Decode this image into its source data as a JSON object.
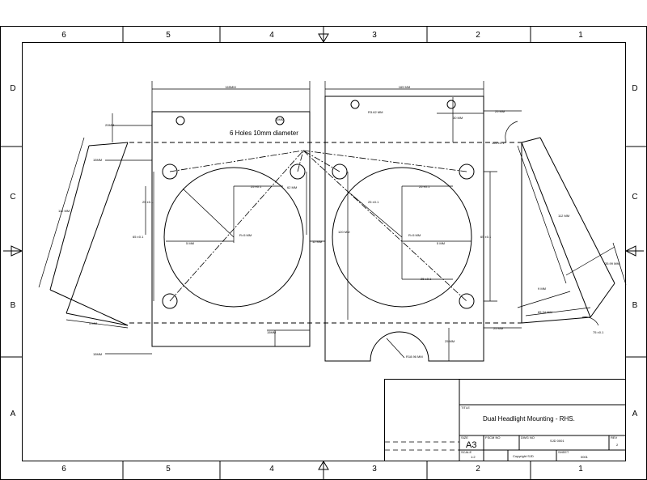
{
  "border": {
    "columns": [
      "6",
      "5",
      "4",
      "3",
      "2",
      "1"
    ],
    "rows": [
      "D",
      "C",
      "B",
      "A"
    ]
  },
  "notes": {
    "holes": "6 Holes 10mm diameter"
  },
  "dimensions": {
    "plate_left_width": "165MM",
    "plate_right_width": "165 MM",
    "r_small": "R3.62 MM",
    "d_30": "30 MM",
    "d_20": "20MM",
    "d_15_top": "15MM",
    "d_15_mid_top": "15MM",
    "d_15_bottom_left": "15MM",
    "d_15_bottom_center": "15MM",
    "d_25_left": "25 ±0.1",
    "d_25_right": "25 ±0.1",
    "d_25_lower": "25 ±0.1",
    "d_65_left": "65 ±0.1",
    "d_65_right": "65 ±0.1",
    "d_62": "62 MM",
    "d_120": "120 MM",
    "d_12": "12 MM",
    "d_5_left": "5 MM",
    "d_5_right": "5 MM",
    "r_circle_left": "R=5 MM",
    "r_circle_right": "R=5 MM",
    "d_112_left": "112 MM",
    "d_112_right": "112 MM",
    "d_4": "4 MM",
    "d_25_right_edge_top": "25 MM",
    "d_25_right_edge_bottom": "25 MM",
    "d_25_notch": "25 MM",
    "r_notch": "R18.96 MM",
    "angle_top": "165 ±0.1",
    "angle_bottom": "75 ±0.1",
    "d_35_99": "35.99 MM",
    "d_9": "9 MM",
    "d_65_34": "65.34 MM",
    "d_9_small": "9 MM"
  },
  "title_block": {
    "title_label": "TITLE",
    "title": "Dual Headlight Mounting - RHS.",
    "size_label": "SIZE",
    "size": "A3",
    "fscm_label": "FSCM NO",
    "dwg_label": "DWG NO",
    "dwg_no": "SJD 0001",
    "rev_label": "REV",
    "rev": "2",
    "scale_label": "SCALE",
    "scale": "1:2",
    "copyright": "Copyright SJD",
    "sheet_label": "SHEET",
    "sheet": "0001"
  }
}
